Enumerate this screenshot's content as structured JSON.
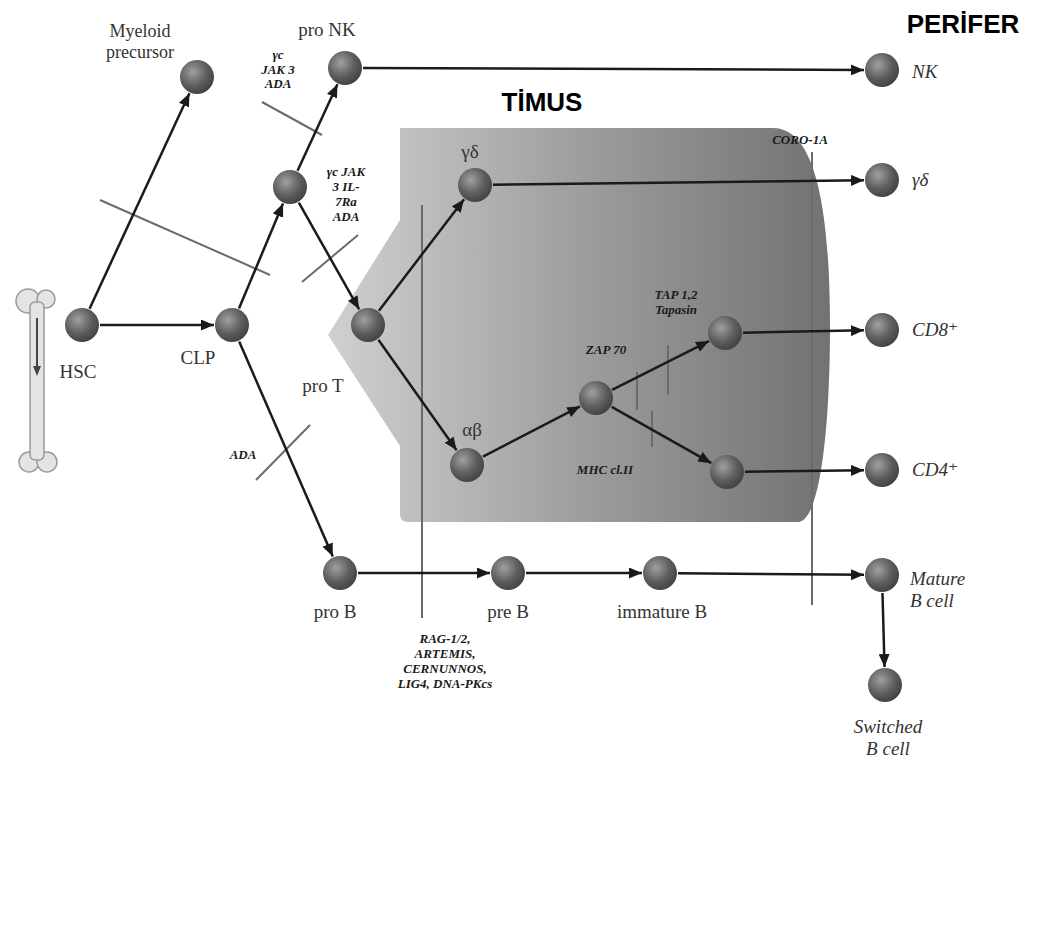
{
  "diagram": {
    "nodes": [
      {
        "text": [
          "HSC"
        ]
      },
      {
        "text": [
          "Myeloid precursor"
        ]
      },
      {
        "text": [
          "CLP"
        ]
      },
      {
        "text": []
      },
      {
        "text": [
          "pro NK"
        ]
      },
      {
        "text": [
          "NK"
        ]
      },
      {
        "text": [
          "TİMUS"
        ]
      },
      {
        "text": [
          "γδ"
        ],
        "in": 6
      },
      {
        "text": [
          "γδ"
        ]
      },
      {
        "text": [
          "pro T"
        ],
        "in": 6
      },
      {
        "text": [
          "αβ"
        ],
        "in": 6
      },
      {
        "text": [],
        "in": 6
      },
      {
        "text": [],
        "in": 6
      },
      {
        "text": [],
        "in": 6
      },
      {
        "text": [
          "CD8⁺"
        ]
      },
      {
        "text": [
          "CD4⁺"
        ]
      },
      {
        "text": [
          "pro B"
        ]
      },
      {
        "text": [
          "pre B"
        ]
      },
      {
        "text": [
          "immature B"
        ]
      },
      {
        "text": [
          "Mature B cell"
        ]
      },
      {
        "text": [
          "Switched B cell"
        ]
      }
    ],
    "edges": [
      {
        "from": 0,
        "to": 1,
        "arrow": "to"
      },
      {
        "from": 0,
        "to": 2,
        "arrow": "to"
      },
      {
        "from": 2,
        "to": 3,
        "arrow": "to"
      },
      {
        "from": 3,
        "to": 4,
        "arrow": "to"
      },
      {
        "from": 3,
        "to": 9,
        "arrow": "to"
      },
      {
        "from": 4,
        "to": 5,
        "arrow": "to"
      },
      {
        "from": 2,
        "to": 16,
        "arrow": "to"
      },
      {
        "from": 9,
        "to": 7,
        "arrow": "to"
      },
      {
        "from": 9,
        "to": 10,
        "arrow": "to"
      },
      {
        "from": 7,
        "to": 8,
        "arrow": "to"
      },
      {
        "from": 10,
        "to": 11,
        "arrow": "to"
      },
      {
        "from": 11,
        "to": 12,
        "arrow": "to"
      },
      {
        "from": 11,
        "to": 13,
        "arrow": "to"
      },
      {
        "from": 12,
        "to": 14,
        "arrow": "to"
      },
      {
        "from": 13,
        "to": 15,
        "arrow": "to"
      },
      {
        "from": 16,
        "to": 17,
        "arrow": "to"
      },
      {
        "from": 17,
        "to": 18,
        "arrow": "to"
      },
      {
        "from": 18,
        "to": 19,
        "arrow": "to"
      },
      {
        "from": 19,
        "to": 20,
        "arrow": "to"
      }
    ],
    "labels": [
      "PERİFER",
      "γc JAK 3 ADA",
      "γc JAK 3 IL-7Ra ADA",
      "ADA",
      "RAG-1/2, ARTEMIS, CERNUNNOS, LIG4, DNA-PKcs",
      "ZAP 70",
      "TAP 1,2 Tapasin",
      "MHC cl.II",
      "CORO-1A"
    ]
  }
}
